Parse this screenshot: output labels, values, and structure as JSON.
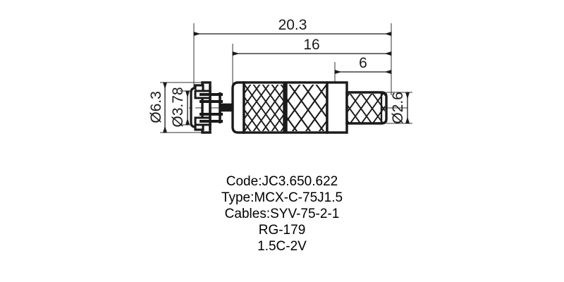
{
  "drawing": {
    "title_block": {
      "lines": [
        "Code:JC3.650.622",
        "Type:MCX-C-75J1.5",
        "Cables:SYV-75-2-1",
        "RG-179",
        "1.5C-2V"
      ]
    },
    "linear_dimensions": [
      {
        "name": "overall-length",
        "label": "20.3",
        "unit": "mm"
      },
      {
        "name": "body-length",
        "label": "16",
        "unit": "mm"
      },
      {
        "name": "crimp-length",
        "label": "6",
        "unit": "mm"
      }
    ],
    "diameter_dimensions": [
      {
        "name": "outer-flange-diameter",
        "label": "Ø6.3",
        "unit": "mm"
      },
      {
        "name": "inner-coupling-diameter",
        "label": "Ø3.78",
        "unit": "mm"
      },
      {
        "name": "cable-crimp-diameter",
        "label": "Ø2.6",
        "unit": "mm"
      }
    ],
    "colors": {
      "line": "#1a1a1a",
      "background": "#ffffff",
      "thin_line": "#333333"
    }
  }
}
